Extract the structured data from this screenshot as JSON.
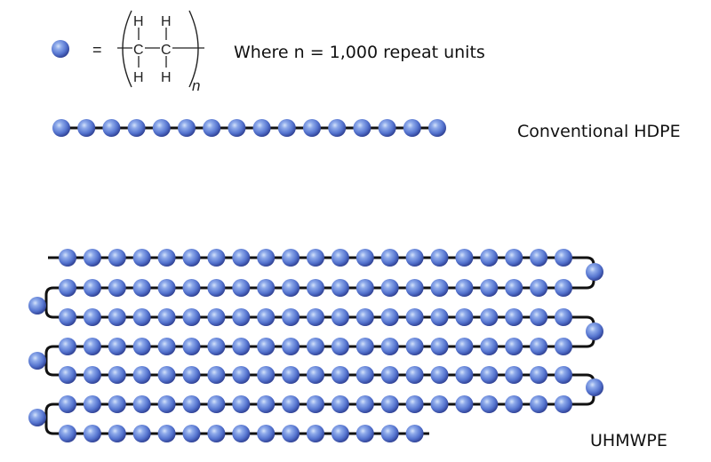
{
  "legend": {
    "bead_meaning": "=",
    "formula": {
      "atoms_top": [
        "H",
        "H"
      ],
      "atoms_mid": [
        "C",
        "C"
      ],
      "atoms_bottom": [
        "H",
        "H"
      ],
      "subscript": "n"
    },
    "description": "Where n = 1,000 repeat units"
  },
  "chains": {
    "hdpe": {
      "label": "Conventional HDPE",
      "bead_count": 16
    },
    "uhmwpe": {
      "label": "UHMWPE",
      "rows": [
        21,
        21,
        21,
        21,
        21,
        21,
        15
      ],
      "turn_beads": 6
    }
  },
  "colors": {
    "bead_highlight": "#c4d6f6",
    "bead_mid": "#5b79d2",
    "bead_edge": "#2b3a8f",
    "bond": "#111111"
  }
}
